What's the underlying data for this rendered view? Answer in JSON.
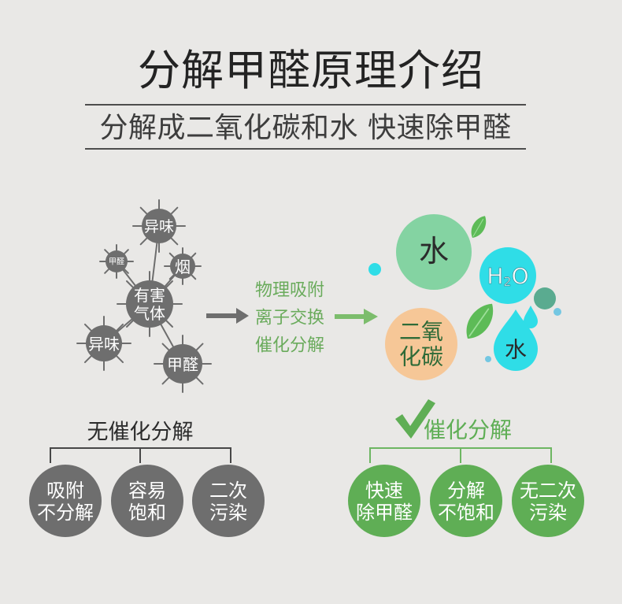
{
  "title": "分解甲醛原理介绍",
  "subtitle": "分解成二氧化碳和水 快速除甲醛",
  "colors": {
    "bg": "#e9e8e6",
    "gray": "#6e6e6e",
    "green": "#5fae55",
    "mint": "#84d3a2",
    "cyan": "#2fdde7",
    "peach": "#f6c797",
    "teal": "#5aab90",
    "leaf": "#5dbb57"
  },
  "molecules": [
    {
      "lines": [
        "异味"
      ]
    },
    {
      "lines": [
        "甲醛"
      ]
    },
    {
      "lines": [
        "烟"
      ]
    },
    {
      "lines": [
        "有害",
        "气体"
      ]
    },
    {
      "lines": [
        "异味"
      ]
    },
    {
      "lines": [
        "甲醛"
      ]
    }
  ],
  "methods": [
    "物理吸附",
    "离子交换",
    "催化分解"
  ],
  "products": {
    "water": "水",
    "h2o": [
      "H",
      "2",
      "O"
    ],
    "co2_lines": [
      "二氧",
      "化碳"
    ],
    "water_drop": "水"
  },
  "without_catalysis": {
    "heading": "无催化分解",
    "items": [
      {
        "lines": [
          "吸附",
          "不分解"
        ]
      },
      {
        "lines": [
          "容易",
          "饱和"
        ]
      },
      {
        "lines": [
          "二次",
          "污染"
        ]
      }
    ]
  },
  "with_catalysis": {
    "heading": "催化分解",
    "items": [
      {
        "lines": [
          "快速",
          "除甲醛"
        ]
      },
      {
        "lines": [
          "分解",
          "不饱和"
        ]
      },
      {
        "lines": [
          "无二次",
          "污染"
        ]
      }
    ]
  },
  "icons": {
    "process_arrow": "arrow-right-icon",
    "check": "check-icon",
    "leaf": "leaf-icon",
    "drop": "water-drop-icon"
  }
}
